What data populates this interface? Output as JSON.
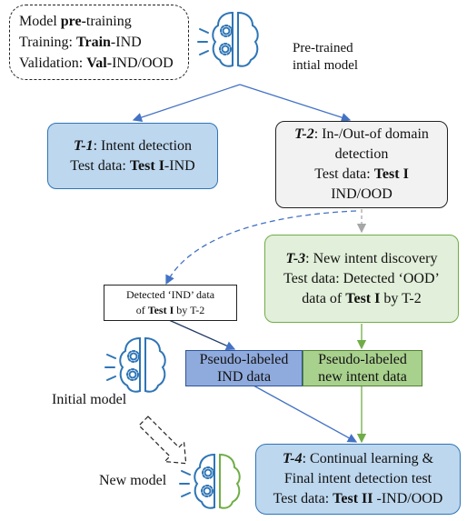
{
  "pretrain": {
    "line1_a": "Model ",
    "line1_b": "pre-",
    "line1_c": "training",
    "line2_a": "Training: ",
    "line2_b": "Train",
    "line2_c": "-IND",
    "line3_a": "Validation: ",
    "line3_b": "Val-",
    "line3_c": "IND/OOD"
  },
  "pretrained_label": {
    "line1": "Pre-trained",
    "line2": "intial model"
  },
  "t1": {
    "tag": "T-1",
    "title": ": Intent detection",
    "test_a": "Test data: ",
    "test_b": "Test I",
    "test_c": "-IND"
  },
  "t2": {
    "tag": "T-2",
    "title": ": In-/Out-of domain",
    "line2": "detection",
    "test_a": "Test data: ",
    "test_b": "Test I",
    "line4": "IND/OOD"
  },
  "t3": {
    "tag": "T-3",
    "title": ": New intent discovery",
    "line2": "Test data: Detected ‘OOD’",
    "line3_a": "data of ",
    "line3_b": "Test I",
    "line3_c": " by T-2"
  },
  "detected_ind": {
    "line1": "Detected ‘IND’ data",
    "line2_a": "of ",
    "line2_b": "Test I",
    "line2_c": " by T-2"
  },
  "pseudo_ind": {
    "line1": "Pseudo-labeled",
    "line2": "IND data"
  },
  "pseudo_new": {
    "line1": "Pseudo-labeled",
    "line2": "new intent data"
  },
  "initial_model_label": "Initial model",
  "new_model_label": "New model",
  "t4": {
    "tag": "T-4",
    "title": ": Continual learning &",
    "line2": "Final intent detection test",
    "test_a": "Test data: ",
    "test_b": "Test II",
    "test_c": " -IND/OOD"
  },
  "colors": {
    "blue_fill": "#bdd7ee",
    "blue_stroke": "#2e75b6",
    "green_fill": "#e2efda",
    "green_stroke": "#70ad47",
    "gray_fill": "#f2f2f2",
    "pseudo_blue": "#8faadc",
    "pseudo_green": "#a9d18e",
    "arrow_blue": "#4472c4",
    "arrow_green": "#70ad47"
  },
  "icons": [
    "brain-gear-icon",
    "brain-gear-icon",
    "brain-gear-icon"
  ]
}
